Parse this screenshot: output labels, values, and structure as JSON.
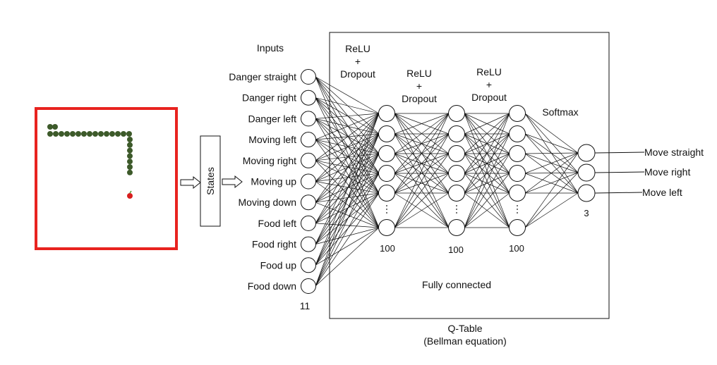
{
  "game_panel": {
    "border_color": "#e8231f",
    "snake_color": "#3d5a2a",
    "food_color": "#d81e1e",
    "food_leaf_color": "#4f9a2a"
  },
  "states_label": "States",
  "inputs_title": "Inputs",
  "inputs": [
    "Danger straight",
    "Danger right",
    "Danger left",
    "Moving left",
    "Moving right",
    "Moving up",
    "Moving down",
    "Food left",
    "Food right",
    "Food up",
    "Food down"
  ],
  "input_count": "11",
  "hidden_layers": [
    {
      "activation": [
        "ReLU",
        "+",
        "Dropout"
      ],
      "count": "100"
    },
    {
      "activation": [
        "ReLU",
        "+",
        "Dropout"
      ],
      "count": "100"
    },
    {
      "activation": [
        "ReLU",
        "+",
        "Dropout"
      ],
      "count": "100"
    }
  ],
  "softmax_label": "Softmax",
  "outputs": [
    "Move straight",
    "Move right",
    "Move left"
  ],
  "output_count": "3",
  "fully_connected_label": "Fully connected",
  "qtable_label": [
    "Q-Table",
    "(Bellman equation)"
  ]
}
